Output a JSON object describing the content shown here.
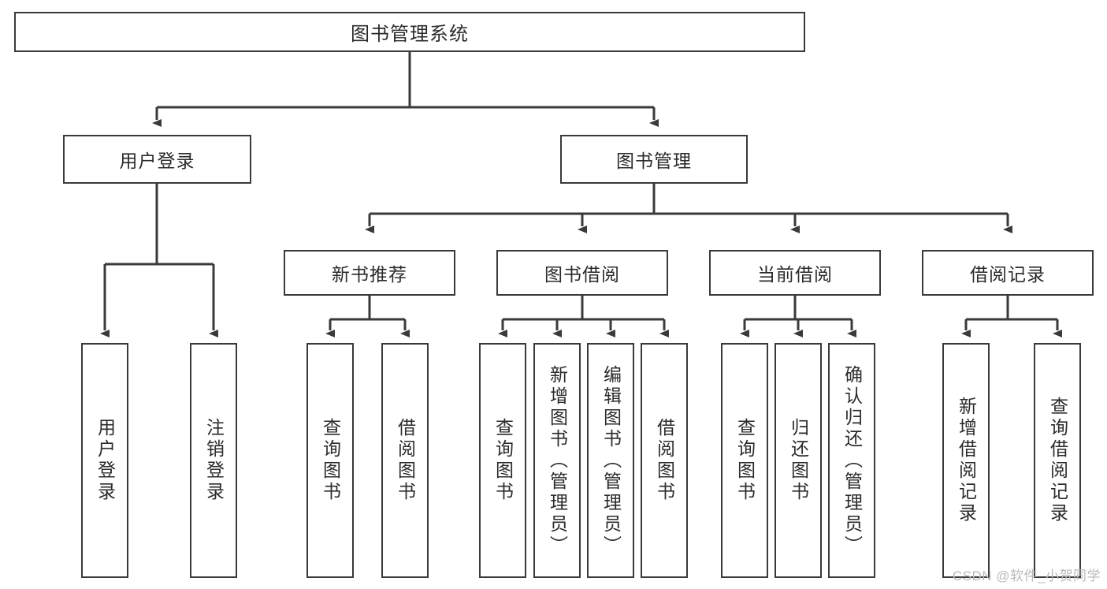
{
  "diagram": {
    "type": "tree-hierarchy",
    "title": "图书管理系统",
    "root": {
      "id": "root",
      "label": "图书管理系统"
    },
    "level2": [
      {
        "id": "user-login",
        "label": "用户登录"
      },
      {
        "id": "book-management",
        "label": "图书管理"
      }
    ],
    "level3": [
      {
        "id": "new-book-recommend",
        "label": "新书推荐",
        "parent": "book-management"
      },
      {
        "id": "book-borrow",
        "label": "图书借阅",
        "parent": "book-management"
      },
      {
        "id": "current-borrow",
        "label": "当前借阅",
        "parent": "book-management"
      },
      {
        "id": "borrow-record",
        "label": "借阅记录",
        "parent": "book-management"
      }
    ],
    "leaves": {
      "user-login": [
        {
          "id": "leaf-user-login",
          "label": "用户登录"
        },
        {
          "id": "leaf-user-logout",
          "label": "注销登录"
        }
      ],
      "new-book-recommend": [
        {
          "id": "leaf-query-book-1",
          "label": "查询图书"
        },
        {
          "id": "leaf-borrow-book-1",
          "label": "借阅图书"
        }
      ],
      "book-borrow": [
        {
          "id": "leaf-query-book-2",
          "label": "查询图书"
        },
        {
          "id": "leaf-add-book",
          "label": "新增图书（管理员）"
        },
        {
          "id": "leaf-edit-book",
          "label": "编辑图书（管理员）"
        },
        {
          "id": "leaf-borrow-book-2",
          "label": "借阅图书"
        }
      ],
      "current-borrow": [
        {
          "id": "leaf-query-book-3",
          "label": "查询图书"
        },
        {
          "id": "leaf-return-book",
          "label": "归还图书"
        },
        {
          "id": "leaf-confirm-return",
          "label": "确认归还（管理员）"
        }
      ],
      "borrow-record": [
        {
          "id": "leaf-add-record",
          "label": "新增借阅记录"
        },
        {
          "id": "leaf-query-record",
          "label": "查询借阅记录"
        }
      ]
    }
  },
  "watermark": {
    "text": "CSDN @软件_小贺同学"
  },
  "colors": {
    "stroke": "#3a3a3a",
    "text": "#2b2b2b",
    "background": "#ffffff",
    "watermark": "#b9b9b9"
  }
}
